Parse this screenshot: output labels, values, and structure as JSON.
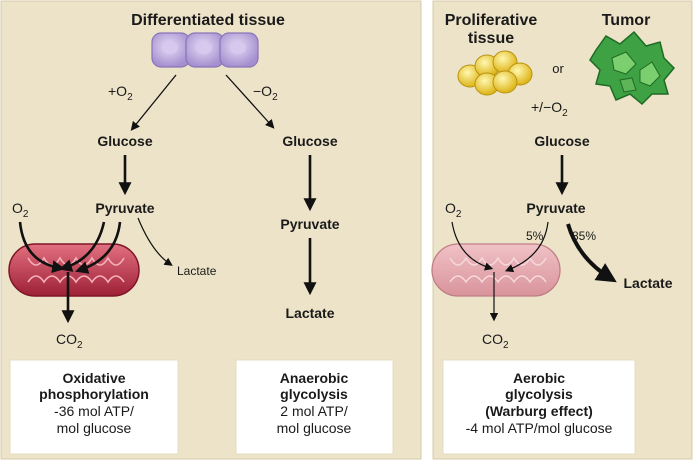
{
  "left_panel": {
    "title": "Differentiated tissue",
    "plus_o2": "+O",
    "minus_o2": "−O",
    "subscript_2": "2",
    "glucose_left": "Glucose",
    "pyruvate_left": "Pyruvate",
    "o2": "O",
    "lactate_small": "Lactate",
    "co2": "CO",
    "glucose_right": "Glucose",
    "pyruvate_right": "Pyruvate",
    "lactate_right": "Lactate",
    "box_oxphos": {
      "line1": "Oxidative",
      "line2": "phosphorylation",
      "line3": "-36 mol ATP/",
      "line4": "mol glucose"
    },
    "box_anaerobic": {
      "line1": "Anaerobic",
      "line2": "glycolysis",
      "line3": "2 mol ATP/",
      "line4": "mol glucose"
    }
  },
  "right_panel": {
    "proliferative_line1": "Proliferative",
    "proliferative_line2": "tissue",
    "or": "or",
    "tumor": "Tumor",
    "plus_minus_o2": "+/−O",
    "subscript_2": "2",
    "glucose": "Glucose",
    "pyruvate": "Pyruvate",
    "o2": "O",
    "pct_5": "5%",
    "pct_85": "85%",
    "lactate": "Lactate",
    "co2": "CO",
    "box_aerobic": {
      "line1": "Aerobic",
      "line2": "glycolysis",
      "line3": "(Warburg effect)",
      "line4": "-4 mol ATP/mol glucose"
    }
  },
  "colors": {
    "panel_bg": "#ece3c8",
    "box_bg": "#ffffff",
    "cell_purple": "#b9a6dc",
    "cell_yellow": "#f3dd3a",
    "tumor_green": "#3ea143",
    "mito_red": "#c8364c",
    "mito_faded": "#df9aa1"
  }
}
